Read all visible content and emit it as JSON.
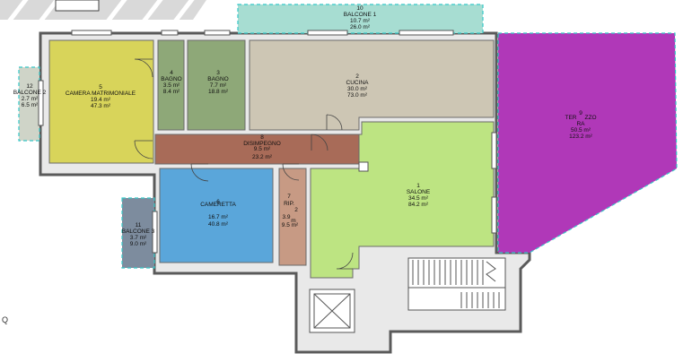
{
  "colors": {
    "camera": "#d8d45a",
    "bagno": "#8ea878",
    "cucina": "#cdc6b4",
    "disimpegno": "#a86b58",
    "cameretta": "#5aa6da",
    "rip": "#c79a84",
    "salone": "#bde482",
    "terrazzo": "#b038b8",
    "balcone1": "#a7ddd2",
    "balcone2": "#cfd4c8",
    "balcone3": "#7d8c9e",
    "wall": "#5a5a5a"
  },
  "rooms": {
    "balcone1": {
      "num": "10",
      "name": "BALCONE 1",
      "a1": "10.7 m²",
      "a2": "26.0 m²"
    },
    "balcone2": {
      "num": "12",
      "name": "BALCONE 2",
      "a1": "2.7 m²",
      "a2": "6.5 m²"
    },
    "camera": {
      "num": "5",
      "name": "CAMERA MATRIMONIALE",
      "a1": "19.4 m²",
      "a2": "47.3 m²"
    },
    "bagno1": {
      "num": "4",
      "name": "BAGNO",
      "a1": "3.5 m²",
      "a2": "8.4 m²"
    },
    "bagno2": {
      "num": "3",
      "name": "BAGNO",
      "a1": "7.7 m²",
      "a2": "18.8 m²"
    },
    "cucina": {
      "num": "2",
      "name": "CUCINA",
      "a1": "30.0 m²",
      "a2": "73.0 m²"
    },
    "terrazzo": {
      "num": "9",
      "name_a": "TER",
      "name_b": "ZZO",
      "name_c": "RA",
      "a1": "50.5 m²",
      "a2": "123.2 m²"
    },
    "disimpegno": {
      "num": "8",
      "name": "DISIMPEGNO",
      "a1": "9.5 m²",
      "a2": "23.2 m²"
    },
    "cameretta": {
      "num": "6",
      "name": "CAMERETTA",
      "a1": "16.7 m²",
      "a2": "40.8 m²"
    },
    "rip": {
      "num": "7",
      "name": "RIP.",
      "a1": "3.9",
      "a1b": "m",
      "a1c": "2",
      "a2": "9.5 m²"
    },
    "salone": {
      "num": "1",
      "name": "SALONE",
      "a1": "34.5 m²",
      "a2": "84.2 m²"
    },
    "balcone3": {
      "num": "11",
      "name": "BALCONE 3",
      "a1": "3.7 m²",
      "a2": "9.0 m²"
    }
  },
  "marker": "Q"
}
